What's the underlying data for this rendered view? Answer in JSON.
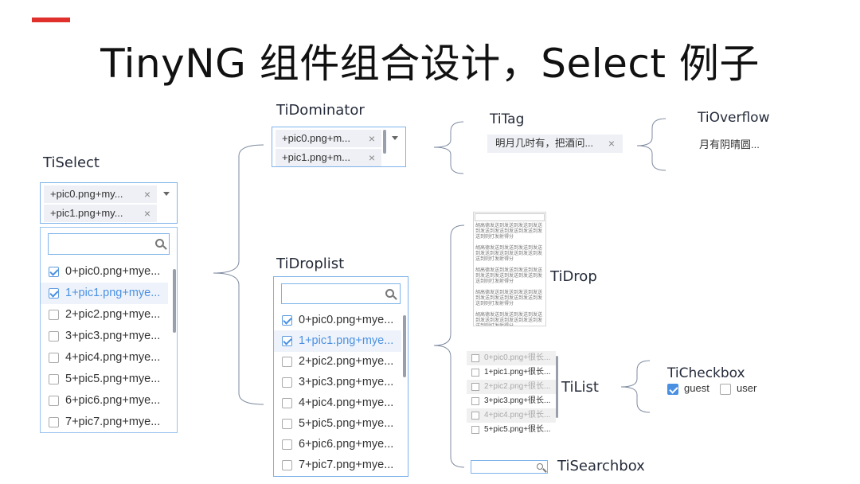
{
  "title": "TinyNG 组件组合设计，Select 例子",
  "labels": {
    "tiselect": "TiSelect",
    "tidominator": "TiDominator",
    "tidroplist": "TiDroplist",
    "titag": "TiTag",
    "tioverflow": "TiOverflow",
    "tidrop": "TiDrop",
    "tilist": "TiList",
    "ticheckbox": "TiCheckbox",
    "tisearchbox": "TiSearchbox"
  },
  "select_tags": [
    "+pic0.png+my...",
    "+pic1.png+my..."
  ],
  "select_items": [
    {
      "text": "0+pic0.png+mye...",
      "checked": true
    },
    {
      "text": "1+pic1.png+mye...",
      "checked": true
    },
    {
      "text": "2+pic2.png+mye...",
      "checked": false
    },
    {
      "text": "3+pic3.png+mye...",
      "checked": false
    },
    {
      "text": "4+pic4.png+mye...",
      "checked": false
    },
    {
      "text": "5+pic5.png+mye...",
      "checked": false
    },
    {
      "text": "6+pic6.png+mye...",
      "checked": false
    },
    {
      "text": "7+pic7.png+mye...",
      "checked": false
    }
  ],
  "dominator_tags": [
    "+pic0.png+m...",
    "+pic1.png+m..."
  ],
  "droplist_items": [
    {
      "text": "0+pic0.png+mye...",
      "checked": true
    },
    {
      "text": "1+pic1.png+mye...",
      "checked": true
    },
    {
      "text": "2+pic2.png+mye...",
      "checked": false
    },
    {
      "text": "3+pic3.png+mye...",
      "checked": false
    },
    {
      "text": "4+pic4.png+mye...",
      "checked": false
    },
    {
      "text": "5+pic5.png+mye...",
      "checked": false
    },
    {
      "text": "6+pic6.png+mye...",
      "checked": false
    },
    {
      "text": "7+pic7.png+mye...",
      "checked": false
    }
  ],
  "tag_text": "明月几时有，把酒问...",
  "tag_close": "×",
  "overflow_text": "月有阴晴圆...",
  "drop_paragraph": "胡高德发送到发送到发送到发送到发送到发送到发送到发送到发送到则打发射得分",
  "list_items": [
    {
      "text": "0+pic0.png+很长...",
      "dim": true
    },
    {
      "text": "1+pic1.png+很长...",
      "dim": false
    },
    {
      "text": "2+pic2.png+很长...",
      "dim": true
    },
    {
      "text": "3+pic3.png+很长...",
      "dim": false
    },
    {
      "text": "4+pic4.png+很长...",
      "dim": true
    },
    {
      "text": "5+pic5.png+很长...",
      "dim": false
    }
  ],
  "checkbox_options": [
    {
      "text": "guest",
      "checked": true
    },
    {
      "text": "user",
      "checked": false
    }
  ],
  "colors": {
    "accent": "#e0302b",
    "primary": "#4a90e2",
    "border": "#7eb3ea"
  }
}
